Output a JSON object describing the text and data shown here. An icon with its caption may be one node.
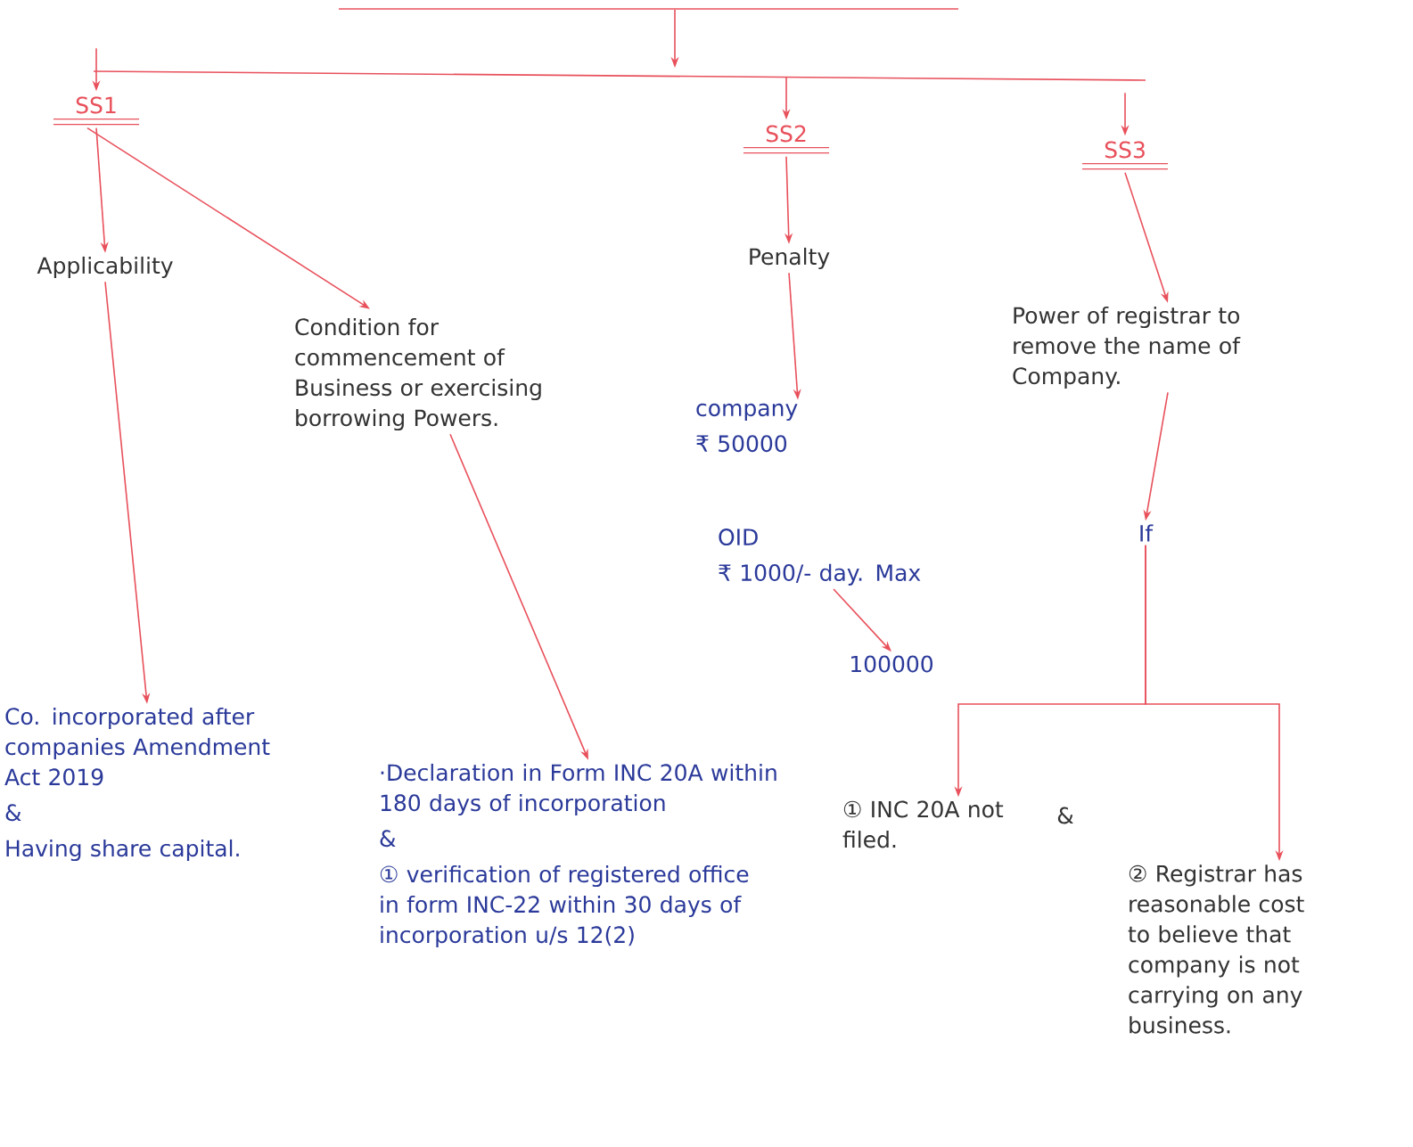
{
  "diagram": {
    "nodes": [
      {
        "text": [
          "SS1"
        ]
      },
      {
        "text": [
          "SS2"
        ]
      },
      {
        "text": [
          "SS3"
        ]
      },
      {
        "text": [
          "Applicability"
        ]
      },
      {
        "text": [
          "Condition for commencement of Business or exercising borrowing Powers."
        ]
      },
      {
        "text": [
          "Penalty"
        ]
      },
      {
        "text": [
          "Power of registrar to remove the name of Company."
        ]
      },
      {
        "text": [
          "Co. incorporated after companies Amendment Act 2019",
          "&",
          "Having share capital."
        ]
      },
      {
        "text": [
          "·Declaration in Form INC 20A within 180 days of incorporation",
          "&",
          "① verification of registered office in form INC-22 within 30 days of incorporation u/s 12(2)"
        ]
      },
      {
        "text": [
          "company",
          "₹ 50000"
        ]
      },
      {
        "text": [
          "OID",
          "₹ 1000/- day. Max"
        ]
      },
      {
        "text": [
          "100000"
        ]
      },
      {
        "text": [
          "If"
        ]
      },
      {
        "text": [
          "① INC 20A not filed."
        ]
      },
      {
        "text": [
          "② Registrar has reasonable cost to believe that company is not carrying on any business."
        ]
      }
    ],
    "edges": [
      {
        "from": null,
        "to": 0,
        "arrow": "to"
      },
      {
        "from": null,
        "to": 1,
        "arrow": "to"
      },
      {
        "from": null,
        "to": 2,
        "arrow": "to"
      },
      {
        "from": 0,
        "to": 3,
        "arrow": "to"
      },
      {
        "from": 0,
        "to": 4,
        "arrow": "to"
      },
      {
        "from": 1,
        "to": 5,
        "arrow": "to"
      },
      {
        "from": 2,
        "to": 6,
        "arrow": "to"
      },
      {
        "from": 3,
        "to": 7,
        "arrow": "to"
      },
      {
        "from": 4,
        "to": 8,
        "arrow": "to"
      },
      {
        "from": 5,
        "to": 9,
        "arrow": "to"
      },
      {
        "from": 10,
        "to": 11,
        "arrow": "to"
      },
      {
        "from": 6,
        "to": 12,
        "arrow": "to"
      },
      {
        "from": 12,
        "to": 13,
        "arrow": "to"
      },
      {
        "from": 12,
        "to": 14,
        "arrow": "to"
      }
    ],
    "labels": [
      "&"
    ]
  }
}
